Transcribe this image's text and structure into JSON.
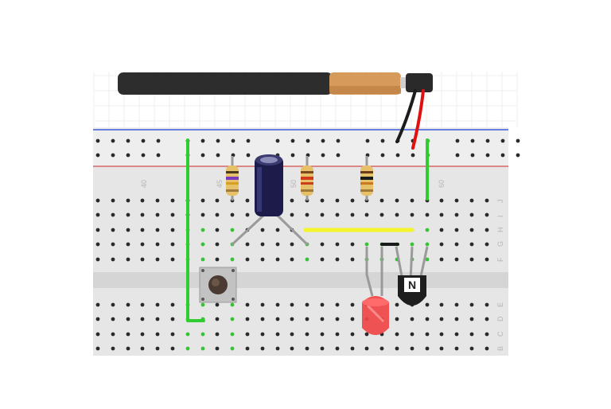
{
  "breadboard": {
    "column_labels": [
      "40",
      "45",
      "50",
      "60"
    ],
    "row_labels_top": [
      "J",
      "I",
      "H",
      "G",
      "F"
    ],
    "row_labels_bottom": [
      "E",
      "D",
      "C",
      "B"
    ]
  },
  "components": {
    "battery": "battery",
    "capacitor": "electrolytic-capacitor",
    "resistors": [
      "resistor-1",
      "resistor-2",
      "resistor-3"
    ],
    "button": "push-button",
    "led": "red-led",
    "transistor": "npn-transistor"
  },
  "transistor_mark": "N",
  "colors": {
    "board": "#e6e6e6",
    "rail_blue": "#3b5bd6",
    "rail_red": "#d14a4a",
    "wire_green": "#2fcd2f",
    "wire_yellow": "#f4f42a",
    "wire_red": "#e01010",
    "led_red": "#f04545",
    "capacitor": "#1c1b4a"
  }
}
